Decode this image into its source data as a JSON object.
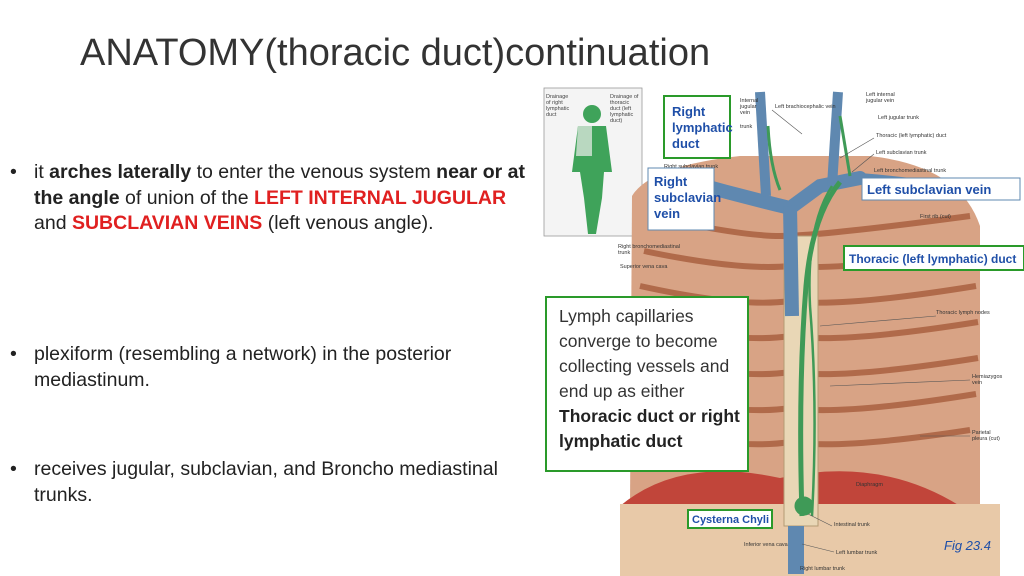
{
  "slide": {
    "title": "ANATOMY(thoracic duct)continuation",
    "bullets": {
      "b1": {
        "p1": "it ",
        "p2": "arches laterally",
        "p3": " to enter the venous system ",
        "p4": "near or at the angle",
        "p5": " of union of the ",
        "p6": "LEFT INTERNAL JUGULAR",
        "p7": " and ",
        "p8": "SUBCLAVIAN VEINS",
        "p9": " (left venous angle)."
      },
      "b2": "plexiform (resembling a network) in the posterior mediastinum.",
      "b3": "receives jugular, subclavian, and Broncho mediastinal trunks."
    }
  },
  "figure": {
    "labels": {
      "right_lymphatic_duct": [
        "Right",
        "lymphatic",
        "duct"
      ],
      "right_subclavian_vein": [
        "Right",
        "subclavian",
        "vein"
      ],
      "left_subclavian_vein": "Left subclavian vein",
      "thoracic_duct": "Thoracic (left lymphatic) duct",
      "cisterna_chyli": "Cysterna Chyli",
      "fig_caption": "Fig 23.4",
      "drainage_right": [
        "Drainage",
        "of right",
        "lymphatic",
        "duct"
      ],
      "drainage_thoracic": [
        "Drainage of",
        "thoracic",
        "duct (left",
        "lymphatic",
        "duct)"
      ],
      "left_brachiocephalic_vein": "Left brachiocephalic vein",
      "left_internal_jugular_vein": [
        "Left internal",
        "jugular vein"
      ],
      "left_jugular_trunk": "Left jugular trunk",
      "thoracic_duct_small": "Thoracic (left lymphatic) duct",
      "left_subclavian_trunk": "Left subclavian trunk",
      "left_bronchomediastinal_trunk": "Left bronchomediastinal trunk",
      "first_rib": "First rib (cut)",
      "thoracic_lymph_nodes": "Thoracic lymph nodes",
      "hemiazygos_vein": [
        "Hemiazygos",
        "vein"
      ],
      "parietal_pleura": [
        "Parietal",
        "pleura (cut)"
      ],
      "diaphragm": "Diaphragm",
      "intestinal_trunk": "Intestinal trunk",
      "inferior_vena_cava": "Inferior vena cava",
      "left_lumbar_trunk": "Left lumbar trunk",
      "right_lumbar_trunk": "Right lumbar trunk",
      "right_bronchomediastinal_trunk": [
        "Right bronchomediastinal",
        "trunk"
      ],
      "superior_vena_cava": "Superior vena cava",
      "right_subclavian_trunk": "Right subclavian trunk",
      "internal_jugular": [
        "Internal",
        "jugular",
        "vein"
      ],
      "jugular_trunk": "trunk"
    },
    "callout": {
      "l1": "Lymph capillaries",
      "l2": "converge to become",
      "l3": "collecting vessels and",
      "l4": "end up as either",
      "l5": "Thoracic duct or right",
      "l6": "lymphatic duct"
    },
    "colors": {
      "label_blue": "#1f4fa8",
      "box_green": "#2a9a2a",
      "vein_blue": "#5f88b0",
      "lymph_green": "#3f9a57",
      "ribs": "#c98a6a",
      "title_gray": "#333333",
      "emphasis_red": "#e02020"
    }
  }
}
